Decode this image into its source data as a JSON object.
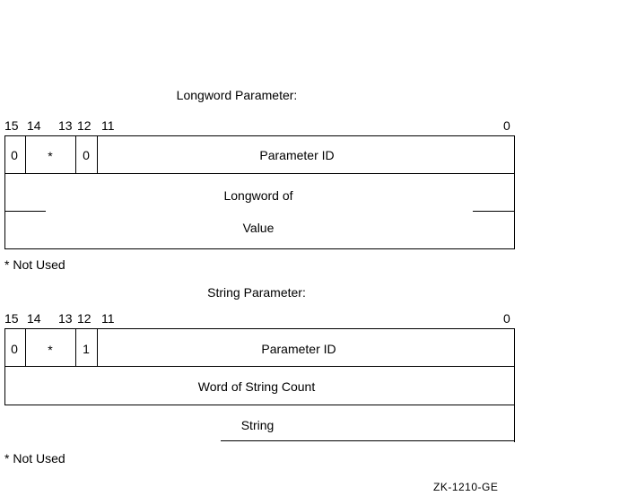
{
  "longword": {
    "title": "Longword Parameter:",
    "bits": {
      "b15": "15",
      "b14": "14",
      "b13": "13",
      "b12": "12",
      "b11": "11",
      "b0": "0"
    },
    "bit15_value": "0",
    "bits_14_13": "*",
    "bit12_value": "0",
    "param_id": "Parameter ID",
    "value_line1": "Longword of",
    "value_line2": "Value",
    "note": "* Not Used"
  },
  "string": {
    "title": "String Parameter:",
    "bits": {
      "b15": "15",
      "b14": "14",
      "b13": "13",
      "b12": "12",
      "b11": "11",
      "b0": "0"
    },
    "bit15_value": "0",
    "bits_14_13": "*",
    "bit12_value": "1",
    "param_id": "Parameter ID",
    "count": "Word of String Count",
    "string_label": "String",
    "note": "* Not Used"
  },
  "figure_id": "ZK-1210-GE"
}
